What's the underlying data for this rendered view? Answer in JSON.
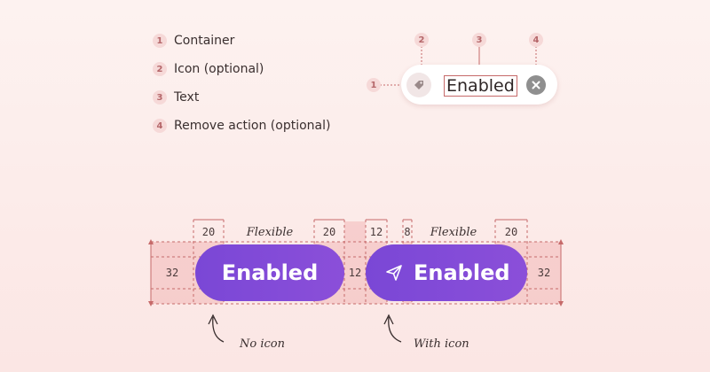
{
  "legend": [
    {
      "num": "1",
      "label": "Container"
    },
    {
      "num": "2",
      "label": "Icon (optional)"
    },
    {
      "num": "3",
      "label": "Text"
    },
    {
      "num": "4",
      "label": "Remove action (optional)"
    }
  ],
  "example_chip": {
    "text": "Enabled",
    "callouts": {
      "container": "1",
      "icon": "2",
      "text": "3",
      "remove": "4"
    }
  },
  "spec": {
    "chip_no_icon_text": "Enabled",
    "chip_with_icon_text": "Enabled",
    "height": "32",
    "padding": "20",
    "gap": "12",
    "icon_gap": "12",
    "icon_text_gap": "8",
    "flexible": "Flexible",
    "caption_no_icon": "No icon",
    "caption_with_icon": "With icon"
  },
  "colors": {
    "chip": "#7a47d6",
    "measure": "#c66a6a",
    "background": "#fdf2f0"
  },
  "icons": {
    "chip_icon": "send-icon",
    "example_icon": "tag-icon",
    "remove": "close-icon"
  }
}
